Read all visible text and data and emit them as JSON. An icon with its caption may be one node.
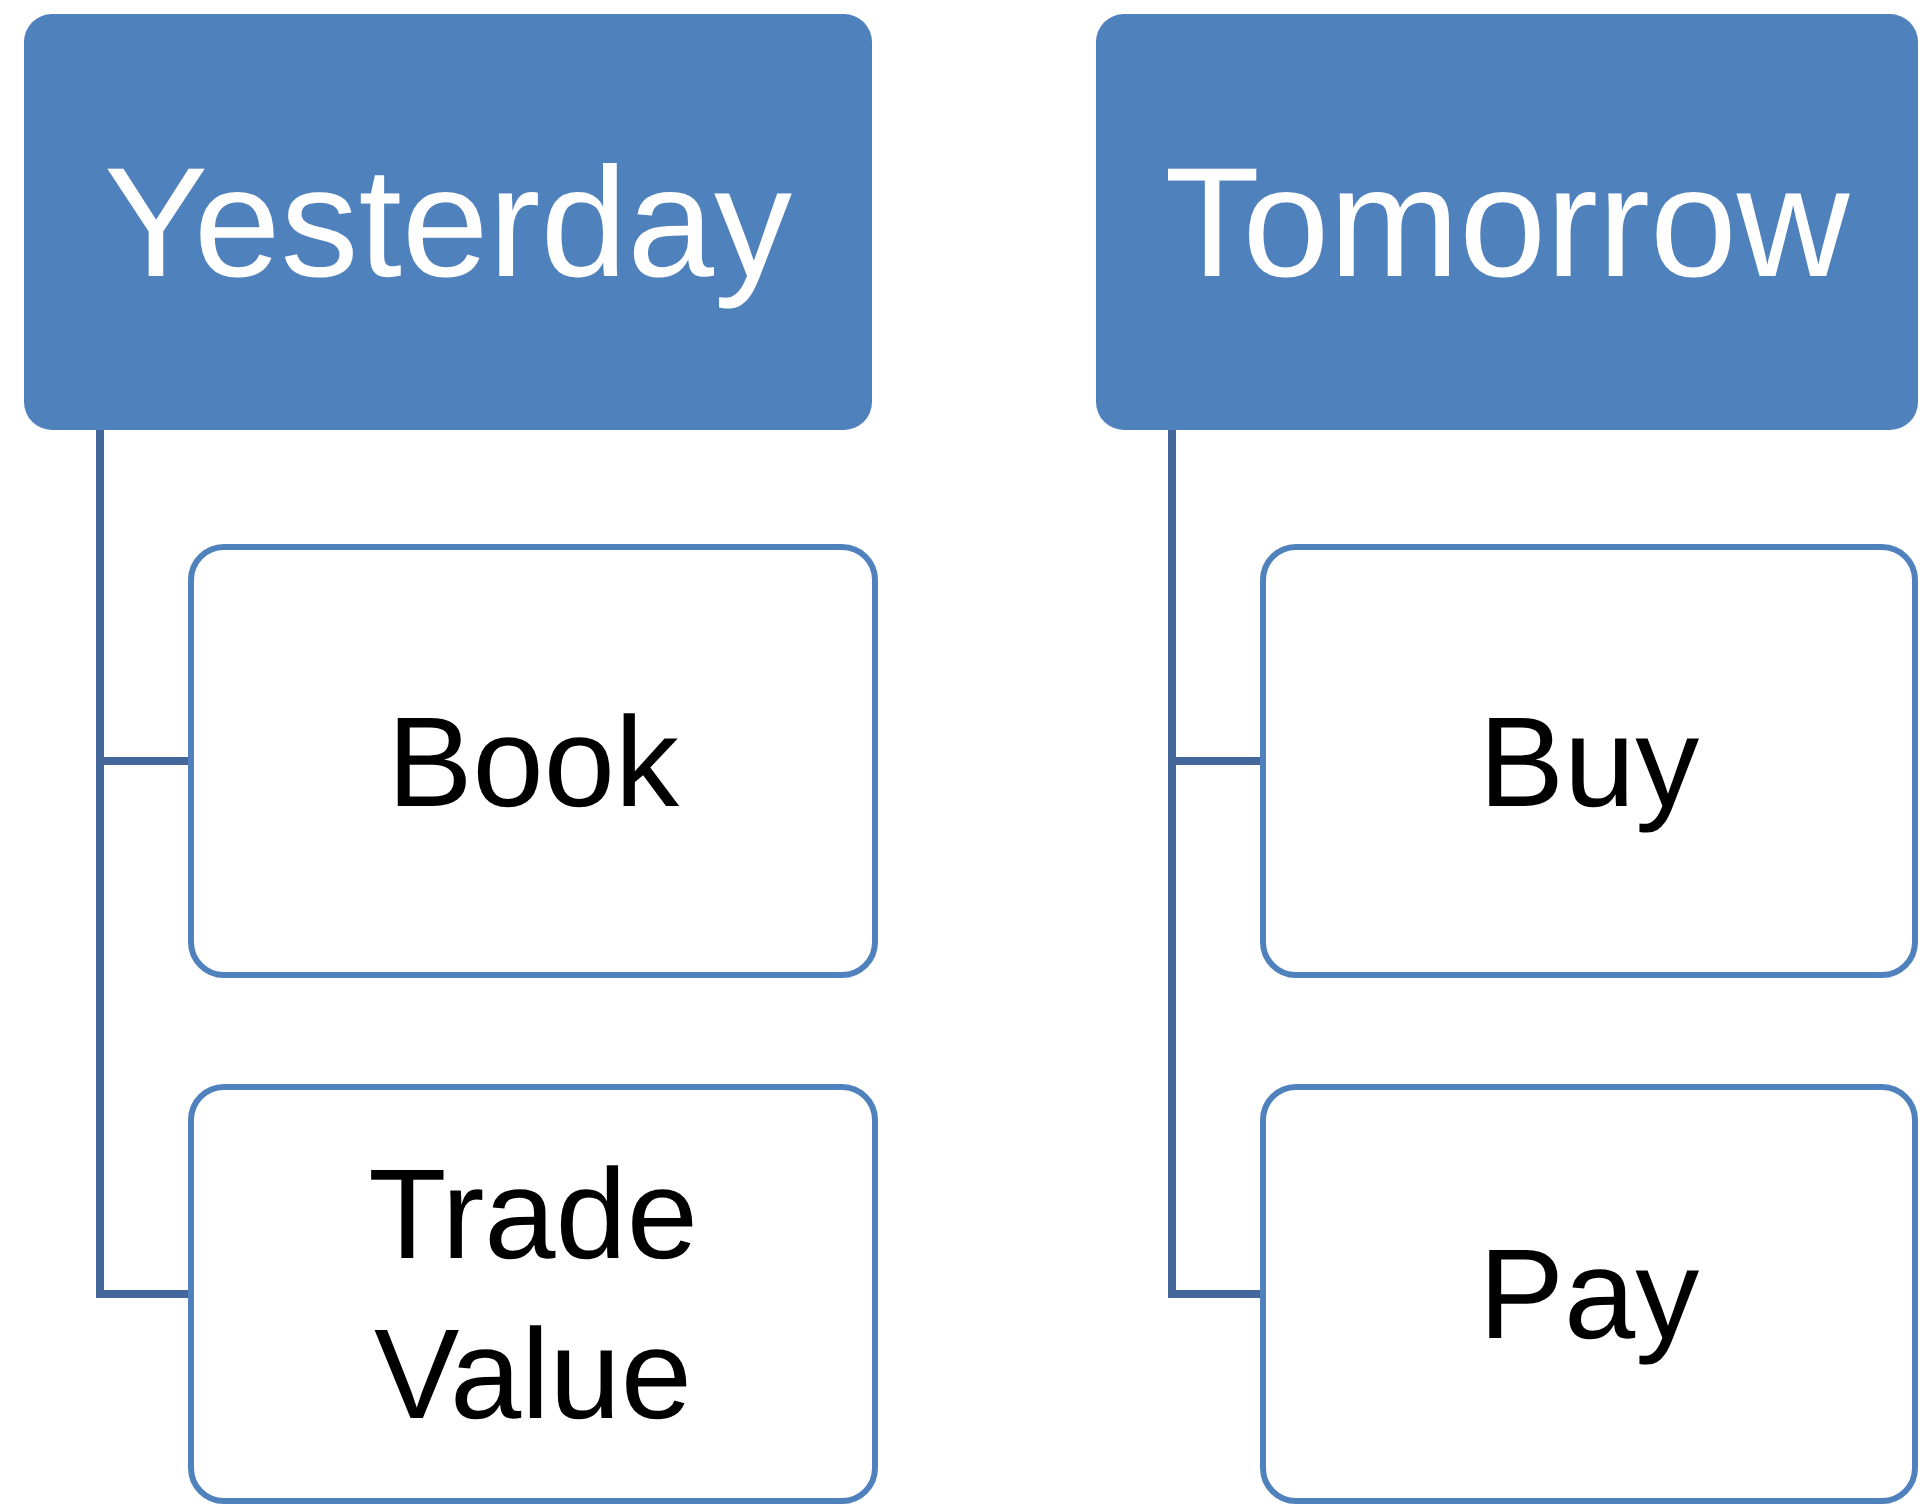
{
  "diagram": {
    "nodes": [
      {
        "text": [
          "Yesterday"
        ]
      },
      {
        "text": [
          "Book"
        ]
      },
      {
        "text": [
          "Trade Value"
        ]
      },
      {
        "text": [
          "Tomorrow"
        ]
      },
      {
        "text": [
          "Buy"
        ]
      },
      {
        "text": [
          "Pay"
        ]
      }
    ],
    "edges": [
      {
        "from": 0,
        "to": 1,
        "arrow": "none"
      },
      {
        "from": 0,
        "to": 2,
        "arrow": "none"
      },
      {
        "from": 3,
        "to": 4,
        "arrow": "none"
      },
      {
        "from": 3,
        "to": 5,
        "arrow": "none"
      }
    ]
  }
}
